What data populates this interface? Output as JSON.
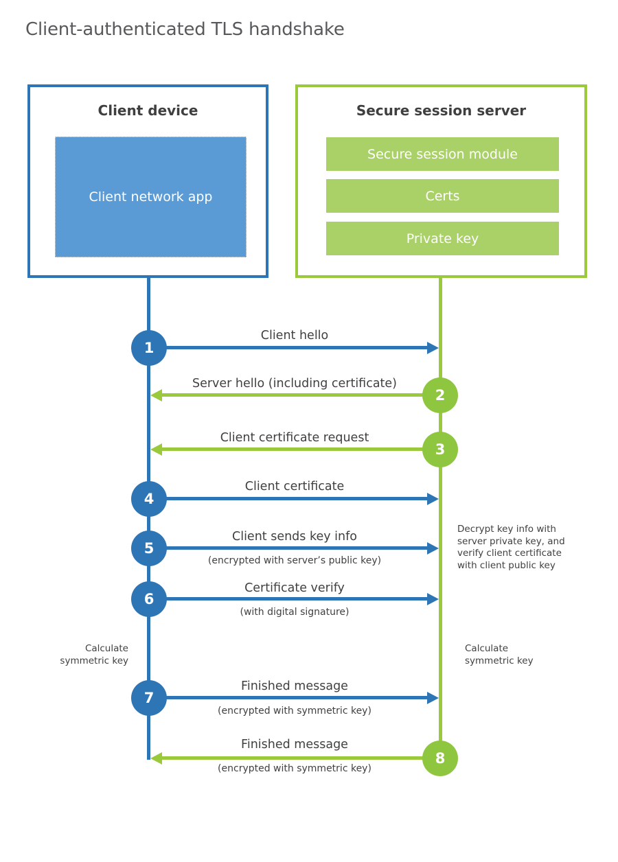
{
  "title": "Client-authenticated TLS handshake",
  "client": {
    "title": "Client device",
    "app_label": "Client network app"
  },
  "server": {
    "title": "Secure session server",
    "modules": [
      "Secure session module",
      "Certs",
      "Private key"
    ]
  },
  "steps": [
    {
      "num": "1",
      "label": "Client hello",
      "direction": "client-to-server"
    },
    {
      "num": "2",
      "label": "Server hello (including certificate)",
      "direction": "server-to-client"
    },
    {
      "num": "3",
      "label": "Client certificate request",
      "direction": "server-to-client"
    },
    {
      "num": "4",
      "label": "Client certificate",
      "direction": "client-to-server"
    },
    {
      "num": "5",
      "label": "Client sends key info",
      "sublabel": "(encrypted with server’s public key)",
      "direction": "client-to-server"
    },
    {
      "num": "6",
      "label": "Certificate verify",
      "sublabel": "(with digital signature)",
      "direction": "client-to-server"
    },
    {
      "num": "7",
      "label": "Finished message",
      "sublabel": "(encrypted with symmetric key)",
      "direction": "client-to-server"
    },
    {
      "num": "8",
      "label": "Finished message",
      "sublabel": "(encrypted with symmetric key)",
      "direction": "server-to-client"
    }
  ],
  "notes": {
    "decrypt": "Decrypt key info with\nserver private key, and\nverify client certificate\nwith client public key",
    "calc_left": "Calculate\nsymmetric key",
    "calc_right": "Calculate\nsymmetric key"
  },
  "colors": {
    "client_blue": "#2e75b6",
    "client_app_fill": "#5b9bd5",
    "server_green": "#9aca3c",
    "server_module_fill": "#a9d167",
    "step_circle_green": "#8fc63f",
    "heading_text": "#3f3f3f",
    "title_text": "#58595b",
    "label_text": "#404040"
  }
}
